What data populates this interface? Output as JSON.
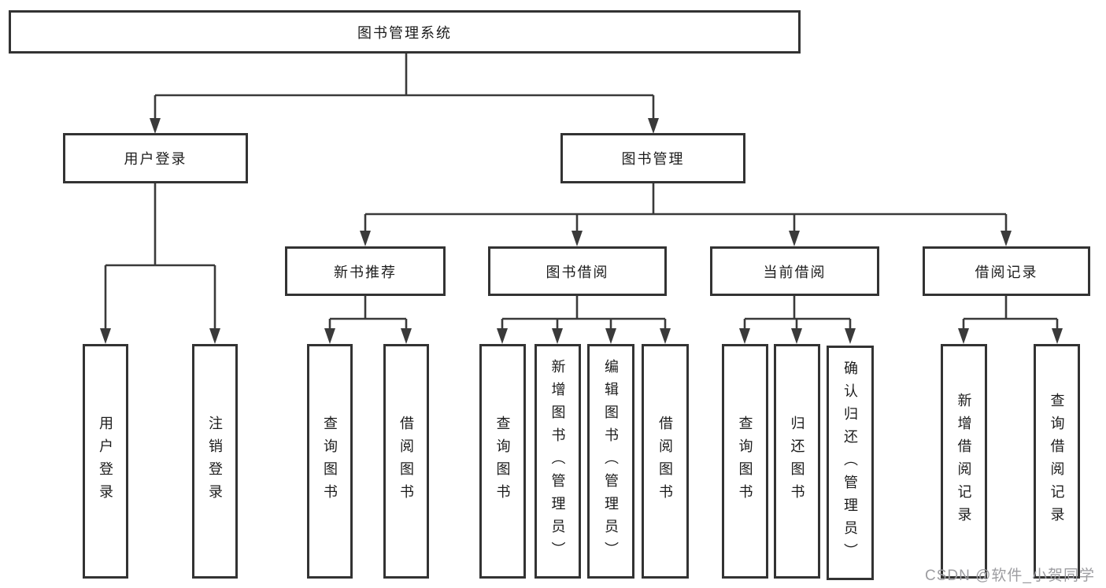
{
  "diagram_title": "图书管理系统",
  "tree": {
    "label": "图书管理系统",
    "children": [
      {
        "label": "用户登录",
        "children": [
          {
            "label": "用户登录"
          },
          {
            "label": "注销登录"
          }
        ]
      },
      {
        "label": "图书管理",
        "children": [
          {
            "label": "新书推荐",
            "children": [
              {
                "label": "查询图书"
              },
              {
                "label": "借阅图书"
              }
            ]
          },
          {
            "label": "图书借阅",
            "children": [
              {
                "label": "查询图书"
              },
              {
                "label": "新增图书（管理员）"
              },
              {
                "label": "编辑图书（管理员）"
              },
              {
                "label": "借阅图书"
              }
            ]
          },
          {
            "label": "当前借阅",
            "children": [
              {
                "label": "查询图书"
              },
              {
                "label": "归还图书"
              },
              {
                "label": "确认归还（管理员）"
              }
            ]
          },
          {
            "label": "借阅记录",
            "children": [
              {
                "label": "新增借阅记录"
              },
              {
                "label": "查询借阅记录"
              }
            ]
          }
        ]
      }
    ]
  },
  "watermark": "CSDN @软件_小贺同学",
  "colors": {
    "background": "#ffffff",
    "box_border": "#333333",
    "connector_line": "#3a3a3a",
    "node_text": "#1c1c1c",
    "watermark_text": "#9d9da1"
  }
}
